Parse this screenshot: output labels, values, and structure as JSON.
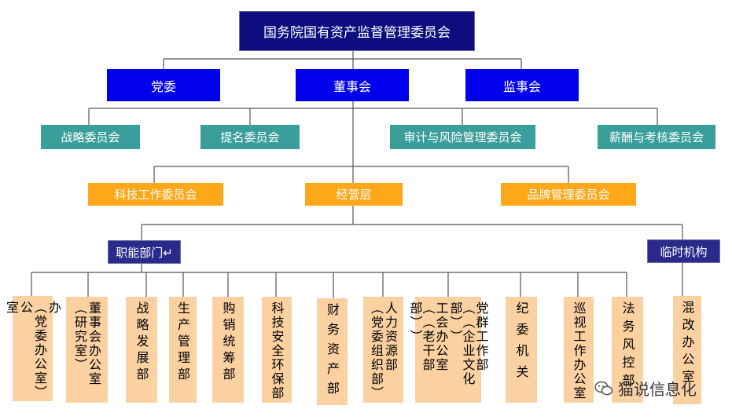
{
  "root": "国务院国有资产监督管理委员会",
  "level1": {
    "party": "党委",
    "board": "董事会",
    "supervisory": "监事会"
  },
  "committees": {
    "strategy": "战略委员会",
    "nomination": "提名委员会",
    "audit": "审计与风险管理委员会",
    "compensation": "薪酬与考核委员会"
  },
  "level3": {
    "tech_committee": "科技工作委员会",
    "management": "经营层",
    "brand_committee": "品牌管理委员会"
  },
  "groups": {
    "functional": "职能部门↵",
    "temporary": "临时机构"
  },
  "departments": [
    {
      "id": "party-office",
      "cols": [
        "办",
        "︵党委办公室︶",
        "公",
        "室"
      ]
    },
    {
      "id": "board-office",
      "cols": [
        "董事会办公室",
        "︵研究室︶"
      ]
    },
    {
      "id": "strategy-dev",
      "cols": [
        "战略发展部"
      ]
    },
    {
      "id": "production",
      "cols": [
        "生产管理部"
      ]
    },
    {
      "id": "procurement",
      "cols": [
        "购销统筹部"
      ]
    },
    {
      "id": "tech-safety",
      "cols": [
        "科技安全环保部"
      ]
    },
    {
      "id": "finance",
      "cols": [
        "财务资产部"
      ]
    },
    {
      "id": "hr",
      "cols": [
        "人力资源部",
        "︵党委组织部︶"
      ]
    },
    {
      "id": "mass-work",
      "cols": [
        "党群工作部",
        "︵︵企业文化部︶︶",
        "工会办公室",
        "︵︵老干部部︶︶"
      ]
    },
    {
      "id": "discipline",
      "cols": [
        "纪委机关"
      ]
    },
    {
      "id": "inspection",
      "cols": [
        "巡视工作办公室"
      ]
    },
    {
      "id": "legal",
      "cols": [
        "法务风控部"
      ]
    },
    {
      "id": "mixed-reform",
      "cols": [
        "混改办公室"
      ]
    }
  ],
  "watermark": "猫说信息化",
  "colors": {
    "top": "#0d0d80",
    "level1": "#0000ee",
    "committee": "#3a9e9a",
    "level3": "#fda719",
    "group": "#2a2a8a",
    "dept": "#fbd1a2"
  }
}
